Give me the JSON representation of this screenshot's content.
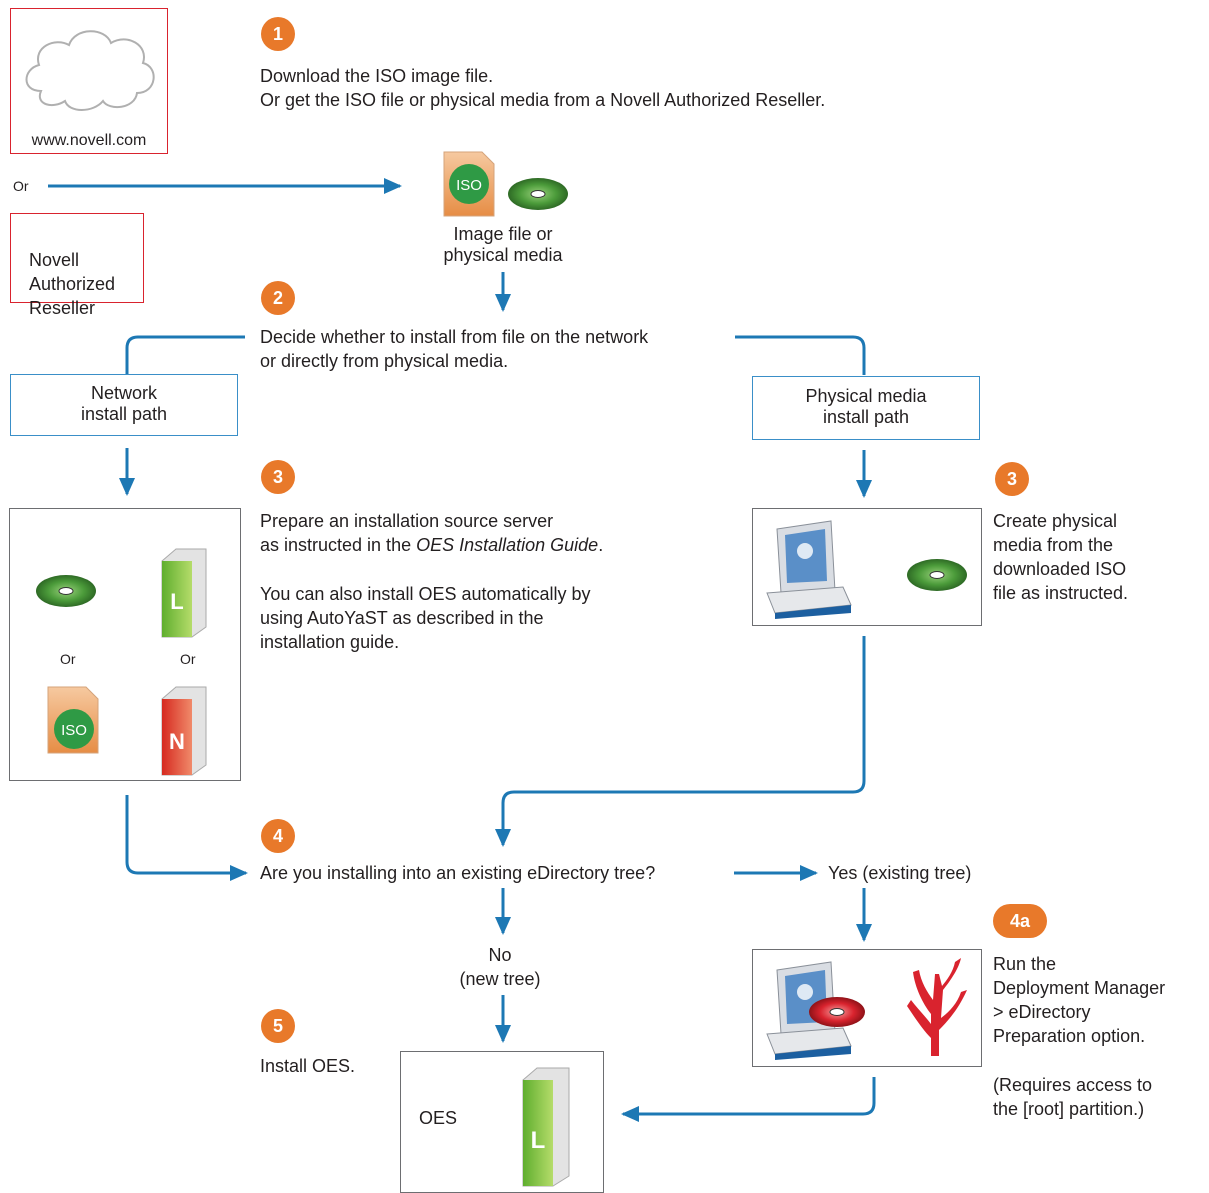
{
  "source": {
    "web_label": "www.novell.com",
    "or_label": "Or",
    "reseller_label": "Novell\nAuthorized\nReseller"
  },
  "steps": {
    "s1": {
      "badge": "1",
      "text": "Download the ISO image file.\nOr get the ISO file or physical media from a Novell Authorized Reseller."
    },
    "media": {
      "iso_label": "ISO",
      "caption": "Image file or\nphysical media"
    },
    "s2": {
      "badge": "2",
      "text": "Decide whether to install from file on the network\nor directly from physical media."
    },
    "network_path": "Network\ninstall path",
    "physical_path": "Physical media\ninstall path",
    "s3_net": {
      "badge": "3",
      "text_before": "Prepare an installation source server\nas instructed in the ",
      "guide": "OES Installation Guide",
      "text_after": ".",
      "text2": "You can also install OES automatically by\nusing AutoYaST as described in the\ninstallation guide."
    },
    "net_box": {
      "or1": "Or",
      "or2": "Or",
      "iso_label": "ISO",
      "server1_letter": "L",
      "server2_letter": "N"
    },
    "s3_phys": {
      "badge": "3",
      "text": "Create physical\nmedia from the\ndownloaded ISO\nfile as instructed."
    },
    "s4": {
      "badge": "4",
      "question": "Are you installing into an existing eDirectory tree?",
      "yes": "Yes (existing tree)",
      "no": "No\n(new tree)"
    },
    "s4a": {
      "badge": "4a",
      "text": "Run the\nDeployment Manager\n > eDirectory\nPreparation option.",
      "note": "(Requires access to\nthe [root] partition.)"
    },
    "s5": {
      "badge": "5",
      "text": "Install OES."
    },
    "final": {
      "oes_label": "OES",
      "server_letter": "L"
    }
  },
  "colors": {
    "badge": "#e8792a",
    "arrow": "#1d78b4",
    "green_arrow": "#2e9b3a",
    "red": "#d9232e"
  }
}
